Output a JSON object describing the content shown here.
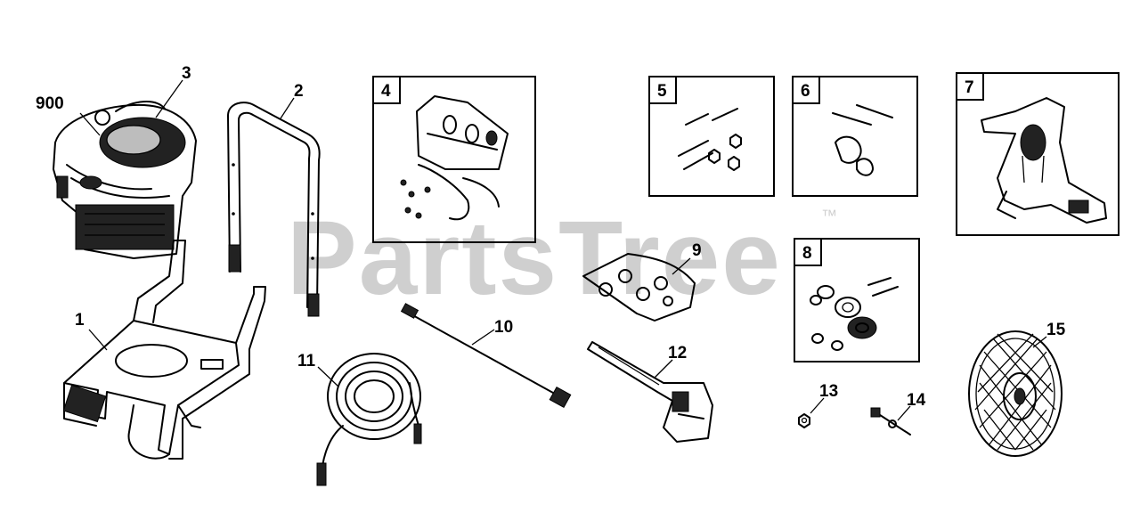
{
  "watermark": {
    "text": "PartsTree",
    "trademark": "™"
  },
  "callouts": {
    "c900": "900",
    "c3": "3",
    "c2": "2",
    "c1": "1",
    "c11": "11",
    "c10": "10",
    "c9": "9",
    "c12": "12",
    "c13": "13",
    "c14": "14",
    "c15": "15"
  },
  "boxes": {
    "b4": "4",
    "b5": "5",
    "b6": "6",
    "b7": "7",
    "b8": "8"
  },
  "colors": {
    "line": "#000000",
    "watermark": "#cfcfcf",
    "background": "#ffffff"
  }
}
